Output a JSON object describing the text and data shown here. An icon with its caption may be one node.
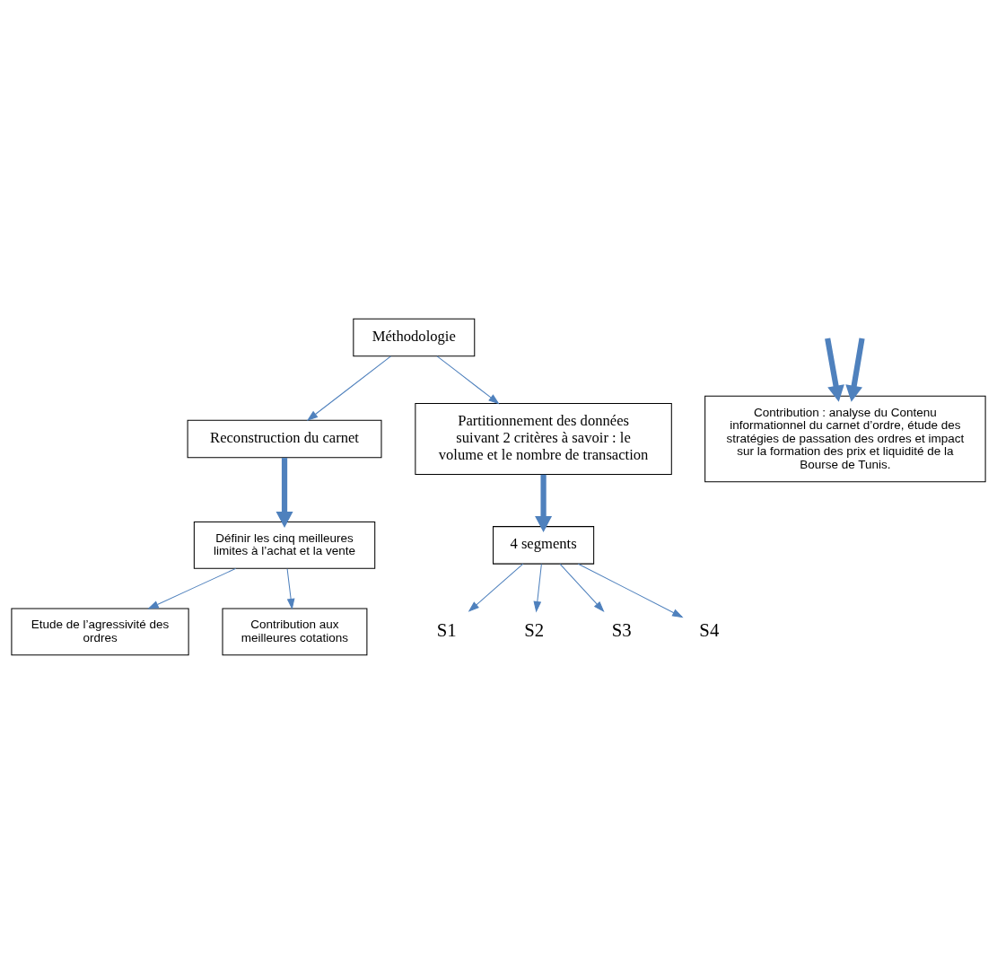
{
  "diagram": {
    "nodes": [
      {
        "text": [
          "Méthodologie"
        ]
      },
      {
        "text": [
          "Reconstruction du carnet"
        ]
      },
      {
        "text": [
          "Partitionnement des données suivant 2 critères à savoir : le volume et le nombre de transaction"
        ]
      },
      {
        "text": [
          "Définir les cinq meilleures limites à l’achat et la vente"
        ]
      },
      {
        "text": [
          "4 segments"
        ]
      },
      {
        "text": [
          "Etude de l’agressivité des ordres"
        ]
      },
      {
        "text": [
          "Contribution aux meilleures cotations"
        ]
      },
      {
        "text": [
          "S1"
        ]
      },
      {
        "text": [
          "S2"
        ]
      },
      {
        "text": [
          "S3"
        ]
      },
      {
        "text": [
          "S4"
        ]
      },
      {
        "text": [
          "Contribution : analyse du Contenu informationnel du carnet d’ordre, étude des stratégies de passation des ordres et impact sur la formation des prix et liquidité de la Bourse de Tunis."
        ]
      }
    ],
    "edges": [
      {
        "from": 0,
        "to": 1,
        "arrow": "to"
      },
      {
        "from": 0,
        "to": 2,
        "arrow": "to"
      },
      {
        "from": 1,
        "to": 3,
        "arrow": "to",
        "style": "thick"
      },
      {
        "from": 2,
        "to": 4,
        "arrow": "to",
        "style": "thick"
      },
      {
        "from": 3,
        "to": 5,
        "arrow": "to"
      },
      {
        "from": 3,
        "to": 6,
        "arrow": "to"
      },
      {
        "from": 4,
        "to": 7,
        "arrow": "to"
      },
      {
        "from": 4,
        "to": 8,
        "arrow": "to"
      },
      {
        "from": 4,
        "to": 9,
        "arrow": "to"
      },
      {
        "from": 4,
        "to": 10,
        "arrow": "to"
      },
      {
        "from": null,
        "to": 11,
        "arrow": "to",
        "style": "thick"
      },
      {
        "from": null,
        "to": 11,
        "arrow": "to",
        "style": "thick"
      }
    ]
  }
}
